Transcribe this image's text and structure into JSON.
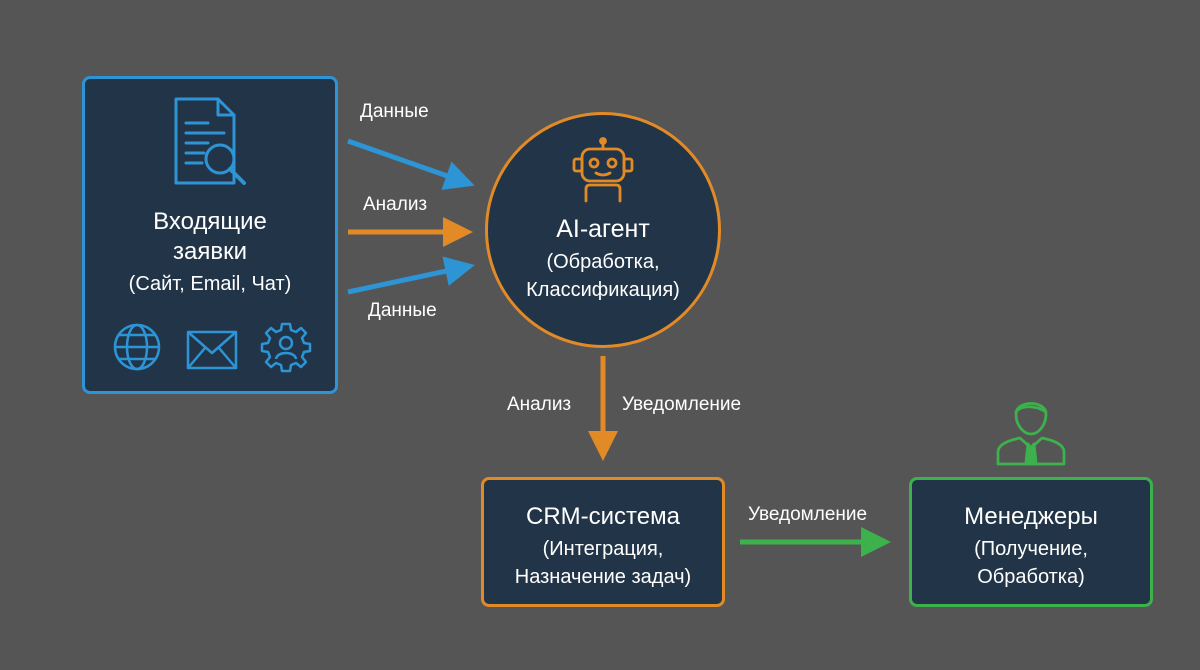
{
  "nodes": {
    "input": {
      "title_line1": "Входящие",
      "title_line2": "заявки",
      "subtitle": "(Сайт, Email, Чат)",
      "icons": [
        "document-search-icon",
        "globe-icon",
        "mail-icon",
        "gear-user-icon"
      ]
    },
    "agent": {
      "title": "AI-агент",
      "subtitle_line1": "(Обработка,",
      "subtitle_line2": "Классификация)",
      "icon": "robot-icon"
    },
    "crm": {
      "title": "CRM-система",
      "subtitle_line1": "(Интеграция,",
      "subtitle_line2": "Назначение задач)"
    },
    "managers": {
      "title": "Менеджеры",
      "subtitle_line1": "(Получение,",
      "subtitle_line2": "Обработка)",
      "icon": "manager-person-icon"
    }
  },
  "edges": {
    "input_agent_top": "Данные",
    "input_agent_middle": "Анализ",
    "input_agent_bottom": "Данные",
    "agent_crm_left": "Анализ",
    "agent_crm_right": "Уведомление",
    "crm_managers": "Уведомление"
  },
  "colors": {
    "background": "#555555",
    "node_fill": "#223548",
    "blue": "#2d94d6",
    "orange": "#e28a26",
    "green": "#3db14c"
  }
}
